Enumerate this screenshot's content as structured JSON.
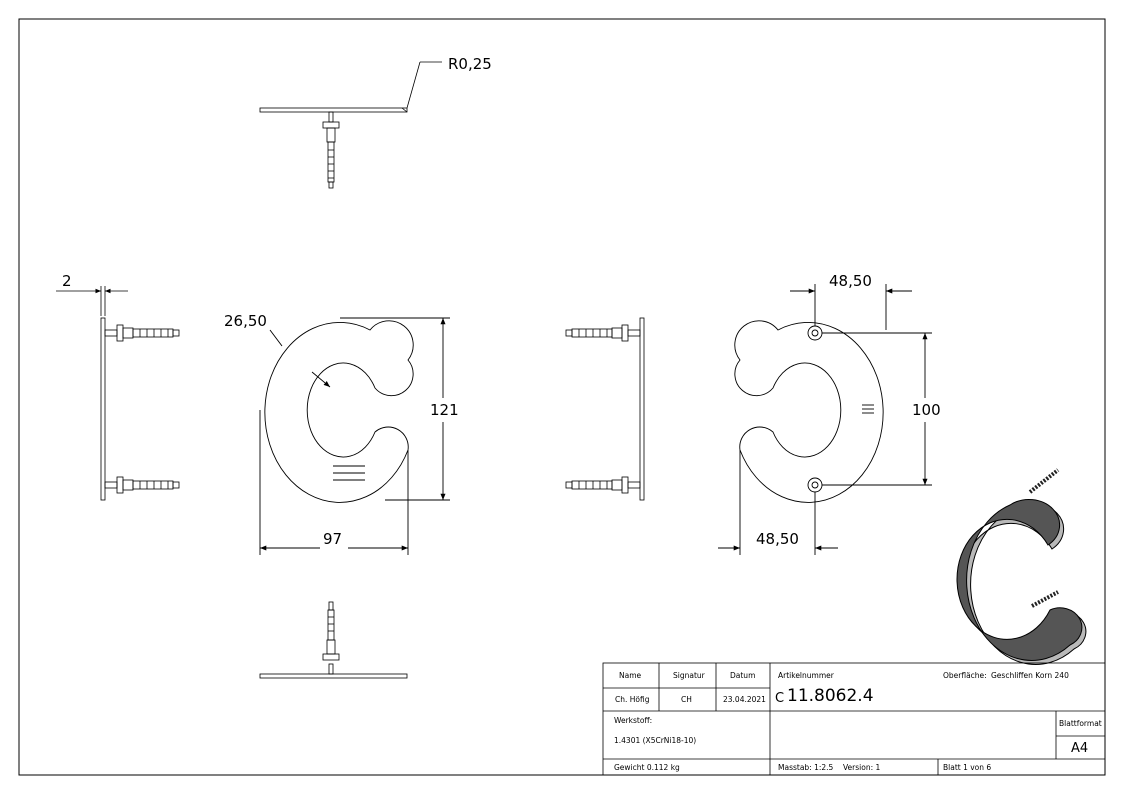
{
  "dimensions": {
    "radius_note": "R0,25",
    "thickness": "2",
    "inner_radius": "26,50",
    "height": "121",
    "width": "97",
    "hole_spacing": "100",
    "offset_top": "48,50",
    "offset_bottom": "48,50"
  },
  "title_block": {
    "headers": {
      "name": "Name",
      "signature": "Signatur",
      "date": "Datum"
    },
    "values": {
      "name": "Ch. Höfig",
      "signature": "CH",
      "date": "23.04.2021"
    },
    "article_label": "Artikelnummer",
    "article_prefix": "C",
    "article_number": "11.8062.4",
    "surface_label": "Oberfläche:",
    "surface_value": "Geschliffen Korn 240",
    "material_label": "Werkstoff:",
    "material_value": "1.4301 (X5CrNi18-10)",
    "sheet_format_label": "Blattformat",
    "sheet_format_value": "A4",
    "weight": "Gewicht 0.112 kg",
    "scale": "Masstab: 1:2.5",
    "version": "Version: 1",
    "sheet": "Blatt 1 von 6"
  }
}
